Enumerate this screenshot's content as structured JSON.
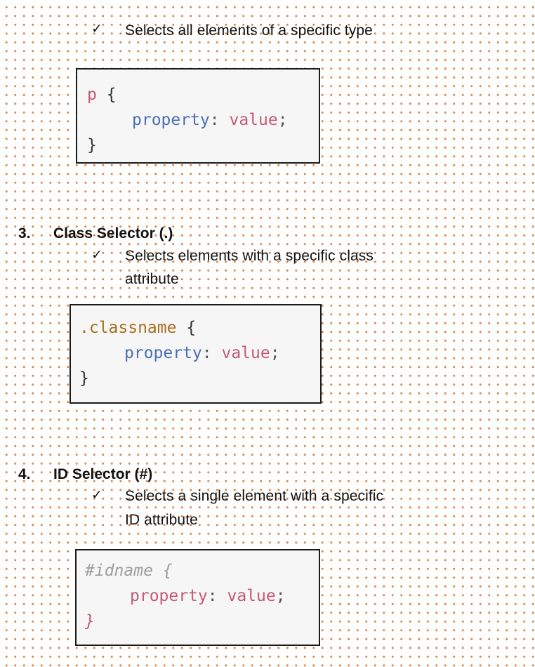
{
  "type_selector": {
    "check": "✓",
    "description": "Selects all elements of a specific type",
    "code": {
      "selector": "p",
      "open": " {",
      "property": "property",
      "colon": ": ",
      "value": "value",
      "semicolon": ";",
      "close": "}"
    }
  },
  "class_selector": {
    "number": "3.",
    "heading": "Class Selector (.)",
    "check": "✓",
    "description_line1": "Selects elements with a specific class",
    "description_line2": "attribute",
    "code": {
      "selector": ".classname",
      "open": " {",
      "property": "property",
      "colon": ": ",
      "value": "value",
      "semicolon": ";",
      "close": "}"
    }
  },
  "id_selector": {
    "number": "4.",
    "heading": "ID Selector (#)",
    "check": "✓",
    "description_line1": "Selects a single element with a specific",
    "description_line2": "ID attribute",
    "code": {
      "selector": "#idname",
      "open": " {",
      "property": "property",
      "colon": ": ",
      "value": "value",
      "semicolon": ";",
      "close": "}"
    }
  }
}
